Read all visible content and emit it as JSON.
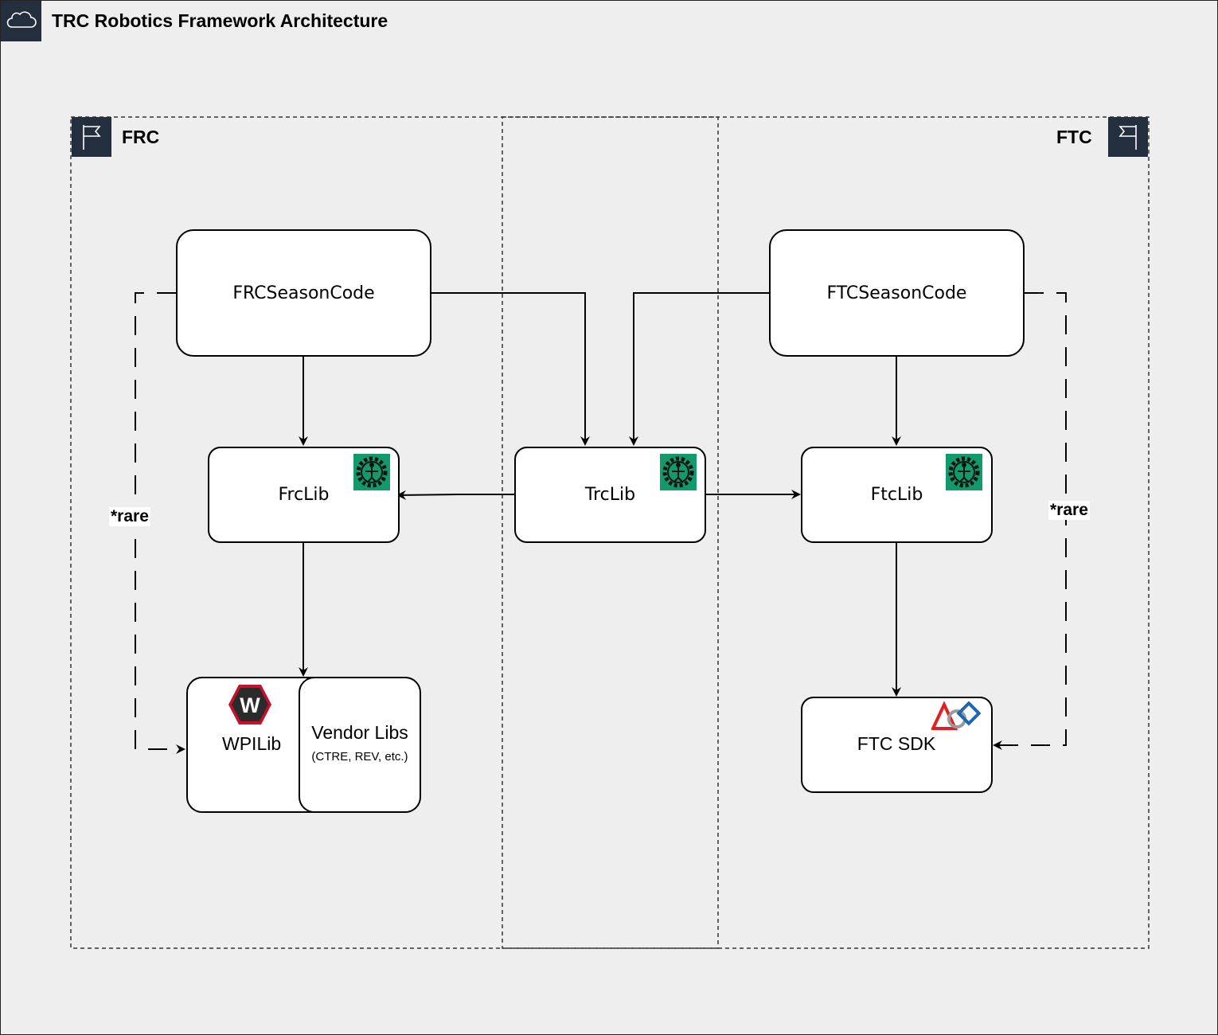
{
  "title": "TRC Robotics Framework Architecture",
  "groups": {
    "frc_label": "FRC",
    "ftc_label": "FTC"
  },
  "nodes": {
    "frc_season": "FRCSeasonCode",
    "ftc_season": "FTCSeasonCode",
    "frclib": "FrcLib",
    "trclib": "TrcLib",
    "ftclib": "FtcLib",
    "wpilib": "WPILib",
    "vendor_title": "Vendor Libs",
    "vendor_sub": "(CTRE, REV, etc.)",
    "ftc_sdk": "FTC SDK"
  },
  "edges": {
    "rare_left": "*rare",
    "rare_right": "*rare"
  },
  "icons": {
    "title": "cloud-icon",
    "frc_group": "flag-icon",
    "ftc_group": "flag-icon",
    "trc_logo": "trc-logo-icon",
    "wpilib_logo": "wpilib-logo-icon",
    "first_logo": "first-logo-icon"
  },
  "colors": {
    "icon_bg": "#232f3e",
    "trc_logo_bg": "#119a6c",
    "canvas_bg": "#eeeeee"
  }
}
